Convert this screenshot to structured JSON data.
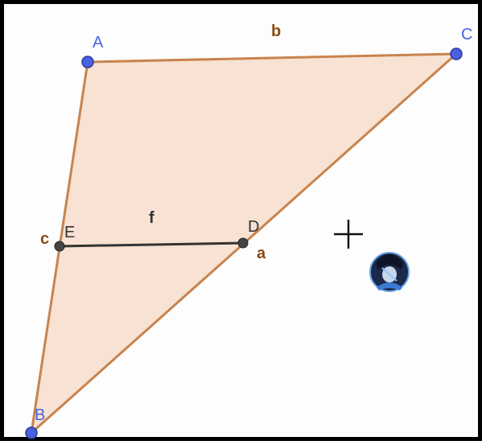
{
  "colors": {
    "polygon_fill": "#f7e2d3",
    "polygon_stroke": "#c8834e",
    "point_blue": "#4a62e0",
    "point_dark": "#444444",
    "segment_dark": "#333333",
    "segment_label": "#8b4a12",
    "point_label": "#4a62e0",
    "point_label_dark": "#333333"
  },
  "points": {
    "A": "A",
    "B": "B",
    "C": "C",
    "D": "D",
    "E": "E"
  },
  "segments": {
    "a": "a",
    "b": "b",
    "c": "c",
    "f": "f"
  },
  "cursor_icon": "crosshair-icon",
  "avatar_icon": "avatar-icon"
}
